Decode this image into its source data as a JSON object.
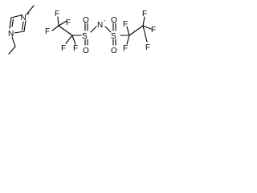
{
  "cation": {
    "atoms": {
      "n1": "N",
      "n1_charge": "+",
      "n2": "N"
    }
  },
  "anion": {
    "atoms": {
      "left_group_f": [
        "F",
        "F",
        "F",
        "F",
        "F"
      ],
      "left_s": "S",
      "left_o_top": "O",
      "left_o_bottom": "O",
      "n": "N",
      "n_charge": "-",
      "right_s": "S",
      "right_o_top": "O",
      "right_o_bottom": "O",
      "right_group_f": [
        "F",
        "F",
        "F",
        "F",
        "F"
      ]
    }
  }
}
